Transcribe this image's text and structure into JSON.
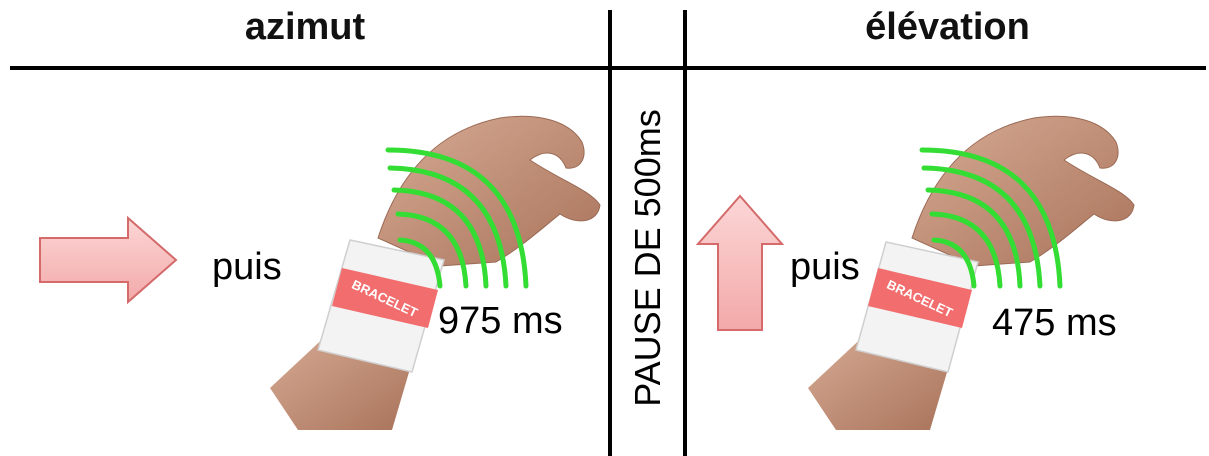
{
  "headers": {
    "left": "azimut",
    "right": "élévation"
  },
  "separator_label": "PAUSE DE 500ms",
  "panels": [
    {
      "arrow": "right-arrow-icon",
      "then_label": "puis",
      "band_label": "BRACELET",
      "duration": "975 ms"
    },
    {
      "arrow": "up-arrow-icon",
      "then_label": "puis",
      "band_label": "BRACELET",
      "duration": "475 ms"
    }
  ],
  "colors": {
    "arrow_fill": "#f6b8b8",
    "arrow_stroke": "#d46a6a",
    "wave": "#33dd33",
    "band": "#f26d6d",
    "skin": "#c99a82",
    "cuff": "#f3f3f3"
  }
}
